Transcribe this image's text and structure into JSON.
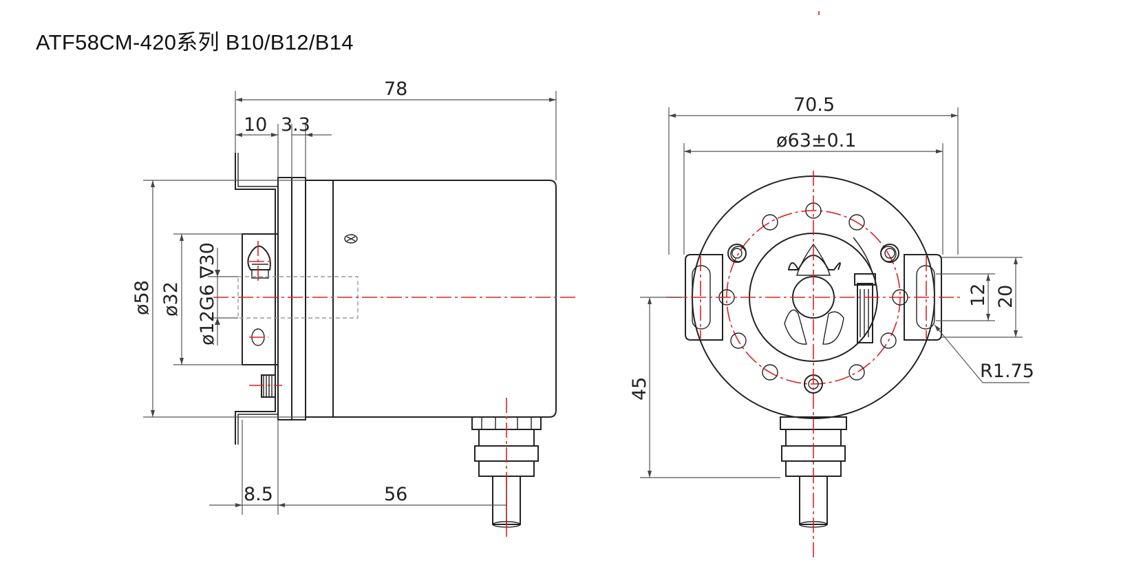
{
  "title": "ATF58CM-420系列 B10/B12/B14",
  "side_view": {
    "dims": {
      "overall_length": "78",
      "flange_thickness": "10",
      "clamp_ring": "3.3",
      "body_diameter": "ø58",
      "flange_diameter": "ø32",
      "bore": "ø12G6 ∇30",
      "rear_offset": "8.5",
      "connector_offset": "56"
    }
  },
  "front_view": {
    "dims": {
      "overall_width": "70.5",
      "bolt_circle": "ø63±0.1",
      "slot_length": "12",
      "slot_outer": "20",
      "slot_radius": "R1.75",
      "center_height": "45"
    }
  },
  "colors": {
    "outline": "#222222",
    "centerline": "#e02020",
    "dimension": "#555555"
  }
}
